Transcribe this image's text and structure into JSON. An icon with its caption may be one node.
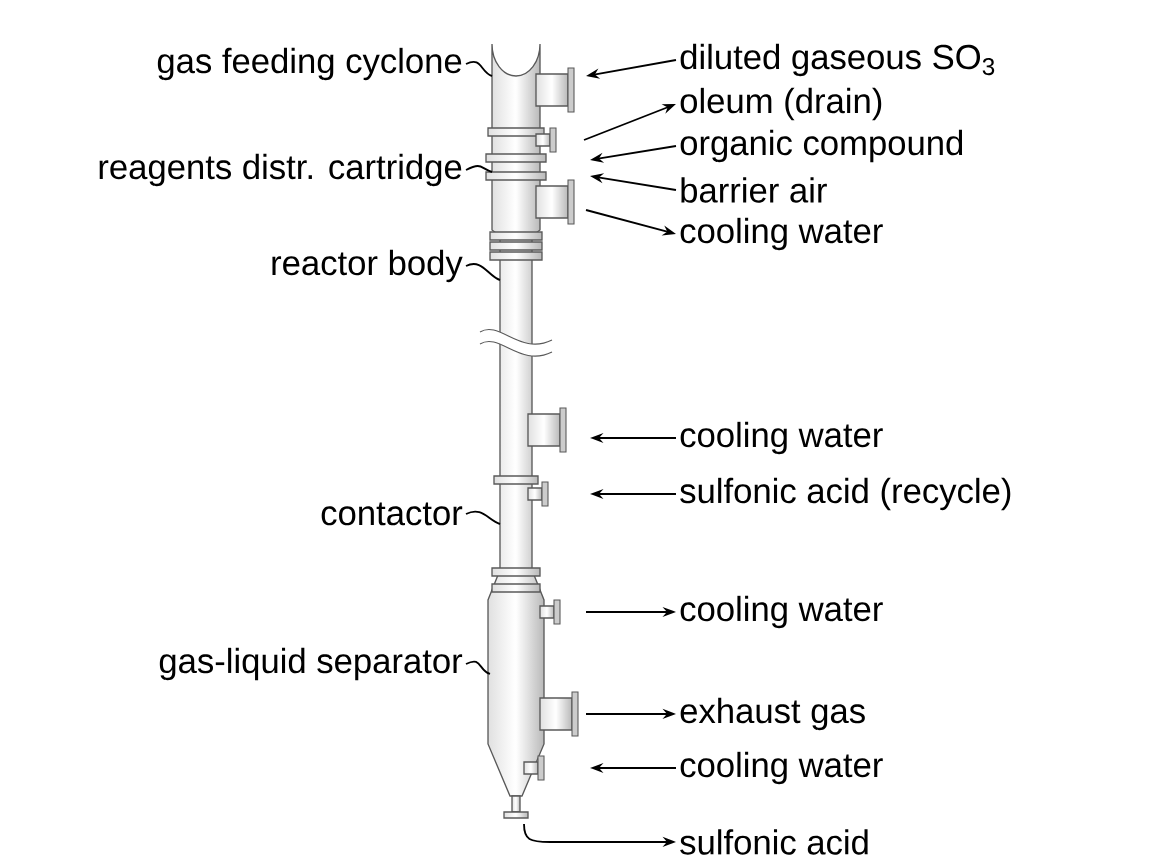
{
  "diagram": {
    "nodes": [
      {
        "text": [
          "gas feeding cyclone"
        ]
      },
      {
        "text": [
          "reagents distr. cartridge"
        ]
      },
      {
        "text": [
          "reactor body"
        ]
      },
      {
        "text": [
          "contactor"
        ]
      },
      {
        "text": [
          "gas-liquid separator"
        ]
      },
      {
        "text": [
          "diluted gaseous SO$_{3}$"
        ]
      },
      {
        "text": [
          "oleum (drain)"
        ]
      },
      {
        "text": [
          "organic compound"
        ]
      },
      {
        "text": [
          "barrier air"
        ]
      },
      {
        "text": [
          "cooling water"
        ]
      },
      {
        "text": [
          "cooling water"
        ]
      },
      {
        "text": [
          "sulfonic acid (recycle)"
        ]
      },
      {
        "text": [
          "cooling water"
        ]
      },
      {
        "text": [
          "exhaust gas"
        ]
      },
      {
        "text": [
          "cooling water"
        ]
      },
      {
        "text": [
          "sulfonic acid"
        ]
      },
      {
        "text": [],
        "shape": "picture"
      }
    ],
    "edges": [
      {
        "from": 0,
        "to": 16,
        "arrow": "none"
      },
      {
        "from": 1,
        "to": 16,
        "arrow": "none"
      },
      {
        "from": 2,
        "to": 16,
        "arrow": "none"
      },
      {
        "from": 3,
        "to": 16,
        "arrow": "none"
      },
      {
        "from": 4,
        "to": 16,
        "arrow": "none"
      },
      {
        "from": 5,
        "to": 16,
        "arrow": "to"
      },
      {
        "from": 16,
        "to": 6,
        "arrow": "to"
      },
      {
        "from": 7,
        "to": 16,
        "arrow": "to"
      },
      {
        "from": 8,
        "to": 16,
        "arrow": "to"
      },
      {
        "from": 16,
        "to": 9,
        "arrow": "to"
      },
      {
        "from": 10,
        "to": 16,
        "arrow": "to"
      },
      {
        "from": 11,
        "to": 16,
        "arrow": "to"
      },
      {
        "from": 16,
        "to": 12,
        "arrow": "to"
      },
      {
        "from": 16,
        "to": 13,
        "arrow": "to"
      },
      {
        "from": 14,
        "to": 16,
        "arrow": "to"
      },
      {
        "from": 16,
        "to": 15,
        "arrow": "to"
      }
    ]
  }
}
